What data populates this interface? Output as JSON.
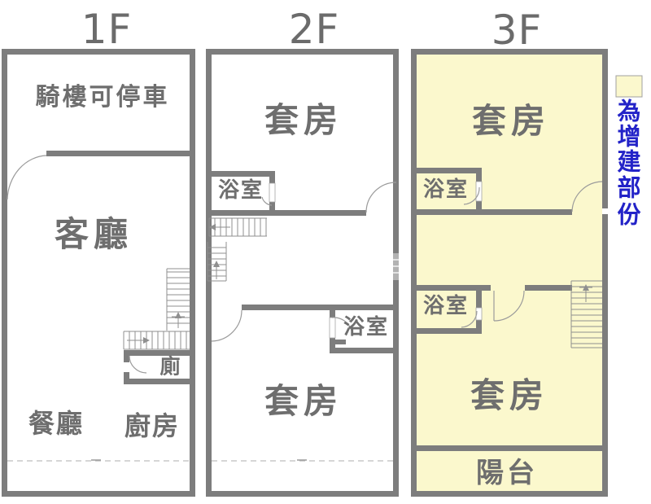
{
  "image_type": "real-estate floor plan, 3 storeys",
  "floors": [
    {
      "id": "1F",
      "title": "1F",
      "rooms": [
        {
          "name": "arcade-parking",
          "label": "騎樓可停車"
        },
        {
          "name": "living-room",
          "label": "客廳"
        },
        {
          "name": "toilet",
          "label": "廁"
        },
        {
          "name": "dining-room",
          "label": "餐廳"
        },
        {
          "name": "kitchen",
          "label": "廚房"
        }
      ]
    },
    {
      "id": "2F",
      "title": "2F",
      "rooms": [
        {
          "name": "suite-upper",
          "label": "套房"
        },
        {
          "name": "bathroom-upper",
          "label": "浴室"
        },
        {
          "name": "bathroom-lower",
          "label": "浴室"
        },
        {
          "name": "suite-lower",
          "label": "套房"
        }
      ]
    },
    {
      "id": "3F",
      "title": "3F",
      "highlighted": true,
      "rooms": [
        {
          "name": "suite-upper",
          "label": "套房"
        },
        {
          "name": "bathroom-upper",
          "label": "浴室"
        },
        {
          "name": "bathroom-lower",
          "label": "浴室"
        },
        {
          "name": "suite-lower",
          "label": "套房"
        },
        {
          "name": "balcony",
          "label": "陽台"
        }
      ]
    }
  ],
  "legend": {
    "text": "為增建部份",
    "chars": [
      "為",
      "增",
      "建",
      "部",
      "份"
    ],
    "swatch_color": "#FBF8CD",
    "text_color": "#2323C8"
  },
  "colors": {
    "wall": "#7d7d7d",
    "label_text": "#6e6e6e",
    "title_text": "#6b6b6b",
    "highlight_fill": "#FBF8CD",
    "stair_line": "#8f8f8f",
    "arc_line": "#9b9b9b",
    "dashed_line": "#bdbdbd"
  }
}
